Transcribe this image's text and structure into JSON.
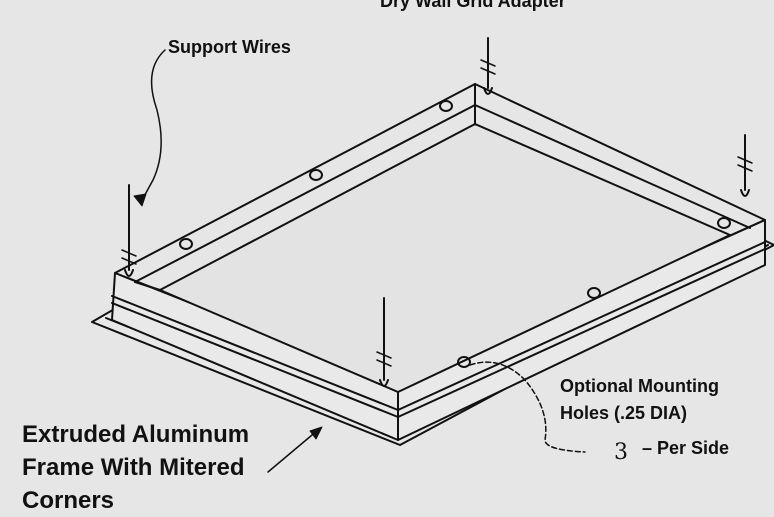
{
  "labels": {
    "top": "Dry Wall Grid Adapter",
    "support": "Support Wires",
    "extruded": [
      "Extruded Aluminum",
      "Frame With Mitered",
      "Corners"
    ],
    "optional": [
      "Optional Mounting",
      "Holes (.25 DIA)"
    ],
    "per_side_number": "3",
    "per_side": "– Per Side"
  }
}
